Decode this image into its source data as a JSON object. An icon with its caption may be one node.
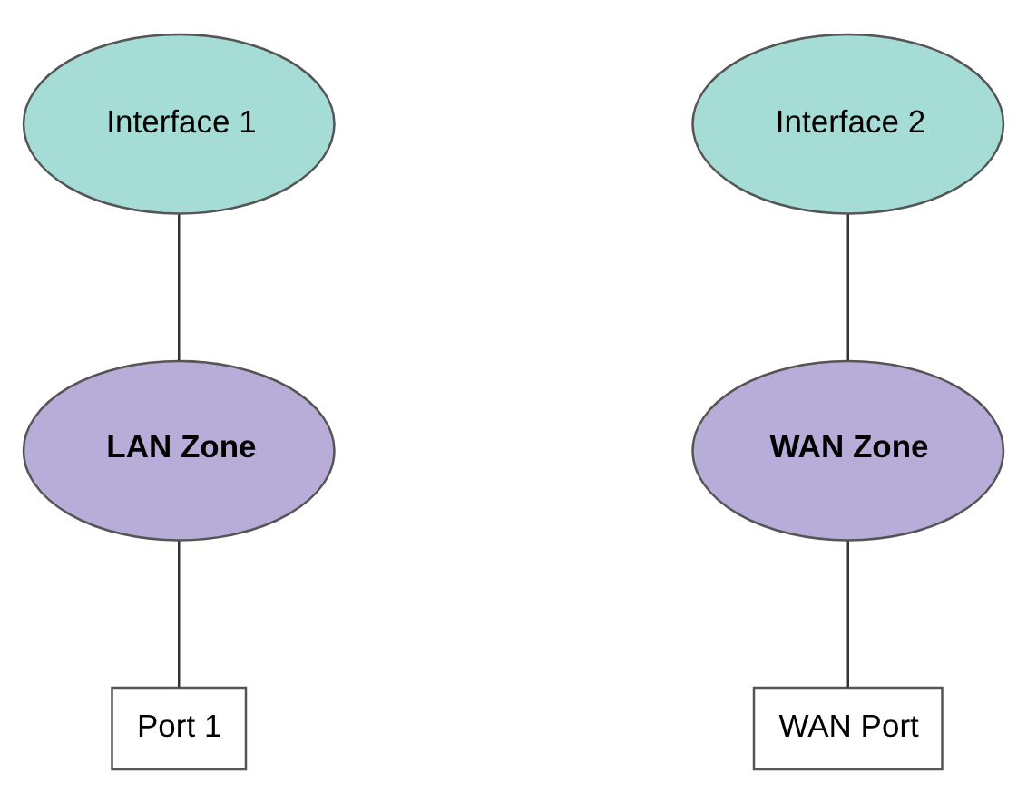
{
  "diagram": {
    "nodes": [
      {
        "text": [
          "Interface 1"
        ]
      },
      {
        "text": [
          "LAN Zone"
        ]
      },
      {
        "text": [
          "Port 1"
        ]
      },
      {
        "text": [
          "Interface 2"
        ]
      },
      {
        "text": [
          "WAN Zone"
        ]
      },
      {
        "text": [
          "WAN Port"
        ]
      }
    ],
    "edges": [
      {
        "from": 0,
        "to": 1,
        "arrow": "none"
      },
      {
        "from": 1,
        "to": 2,
        "arrow": "none"
      },
      {
        "from": 3,
        "to": 4,
        "arrow": "none"
      },
      {
        "from": 4,
        "to": 5,
        "arrow": "none"
      }
    ]
  }
}
